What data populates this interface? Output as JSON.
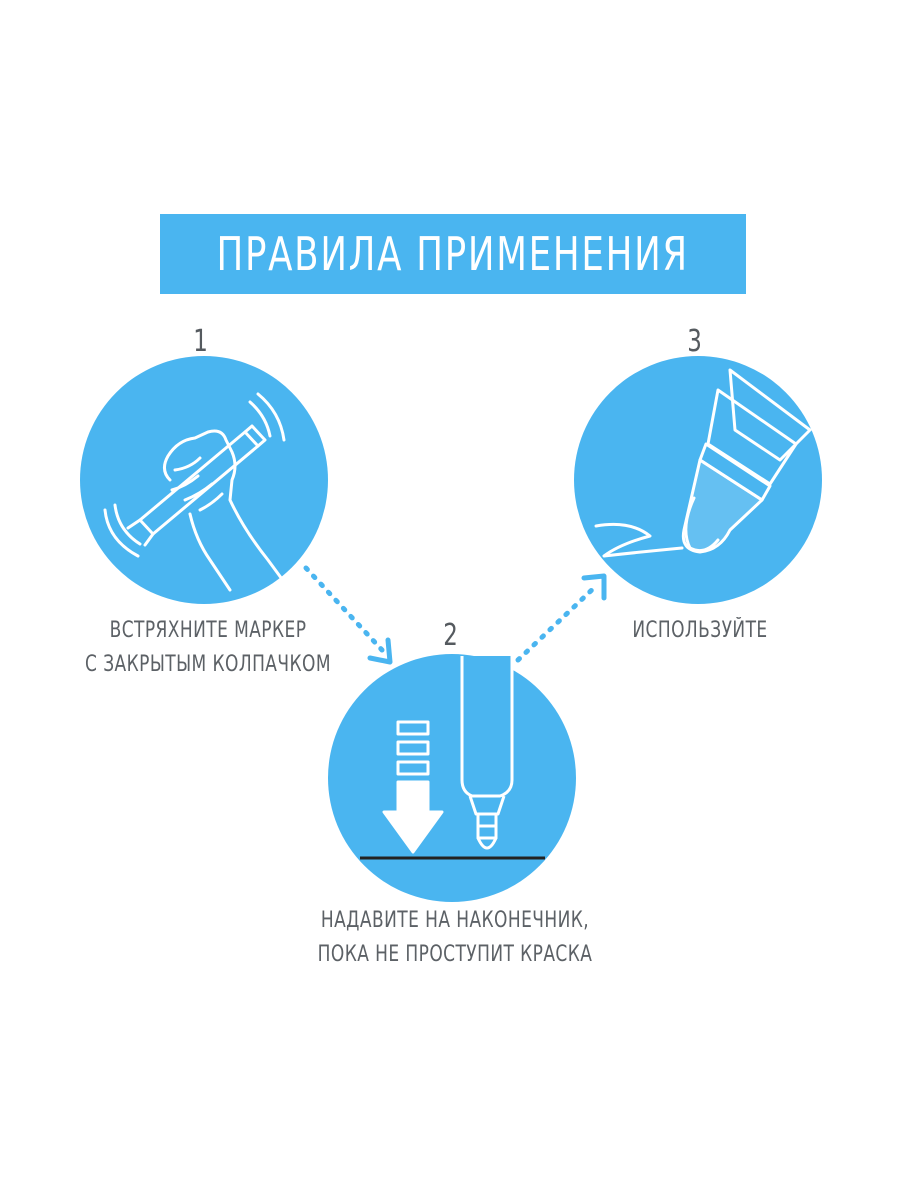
{
  "title": "ПРАВИЛА ПРИМЕНЕНИЯ",
  "steps": [
    {
      "number": "1",
      "caption_lines": [
        "ВСТРЯХНИТЕ МАРКЕР",
        "С ЗАКРЫТЫМ КОЛПАЧКОМ"
      ]
    },
    {
      "number": "2",
      "caption_lines": [
        "НАДАВИТЕ НА НАКОНЕЧНИК,",
        "ПОКА НЕ ПРОСТУПИТ КРАСКА"
      ]
    },
    {
      "number": "3",
      "caption_lines": [
        "ИСПОЛЬЗУЙТЕ"
      ]
    }
  ],
  "colors": {
    "accent": "#4ab5f0",
    "text": "#5c6166",
    "background": "#ffffff",
    "line": "#ffffff",
    "dark_line": "#222222"
  }
}
